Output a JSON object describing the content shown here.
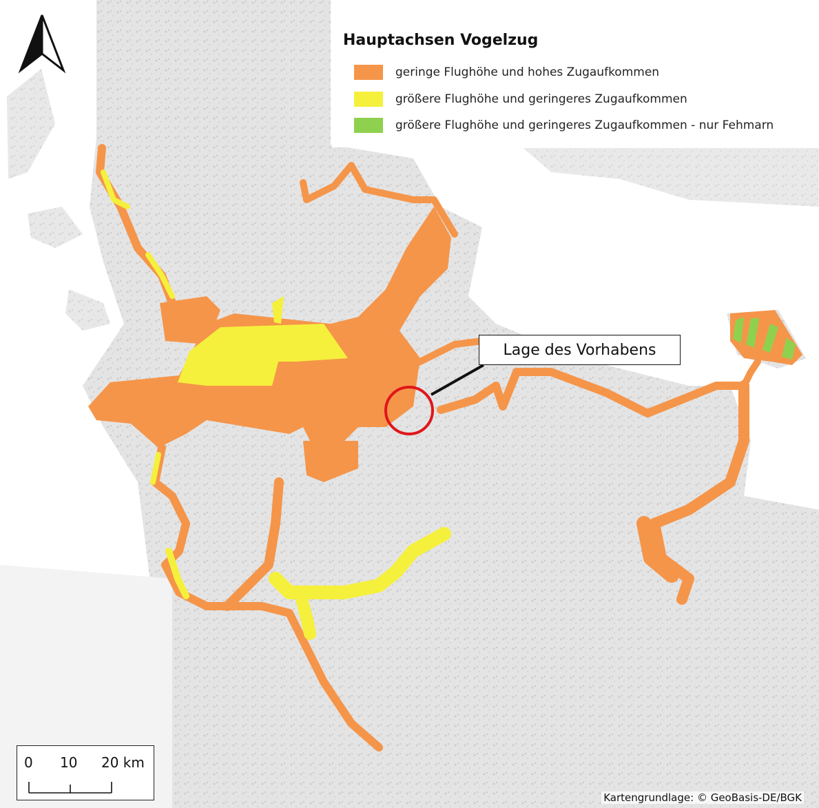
{
  "legend": {
    "title": "Hauptachsen Vogelzug",
    "items": [
      {
        "label": "geringe Flughöhe und hohes Zugaufkommen",
        "color": "#f5954a"
      },
      {
        "label": "größere Flughöhe und geringeres Zugaufkommen",
        "color": "#f5f03c"
      },
      {
        "label": "größere Flughöhe und geringeres Zugaufkommen - nur Fehmarn",
        "color": "#8fd14f"
      }
    ]
  },
  "callout": {
    "label": "Lage des Vorhabens",
    "marker_color": "#e0161b"
  },
  "scalebar": {
    "labels": [
      "0",
      "10",
      "20 km"
    ]
  },
  "attribution": "Kartengrundlage: © GeoBasis-DE/BGK",
  "north_arrow": {
    "icon": "north-arrow-icon"
  },
  "colors": {
    "sea": "#ffffff",
    "land": "#e6e6e6",
    "orange": "#f5954a",
    "yellow": "#f5f03c",
    "green": "#8fd14f",
    "marker": "#e0161b"
  }
}
